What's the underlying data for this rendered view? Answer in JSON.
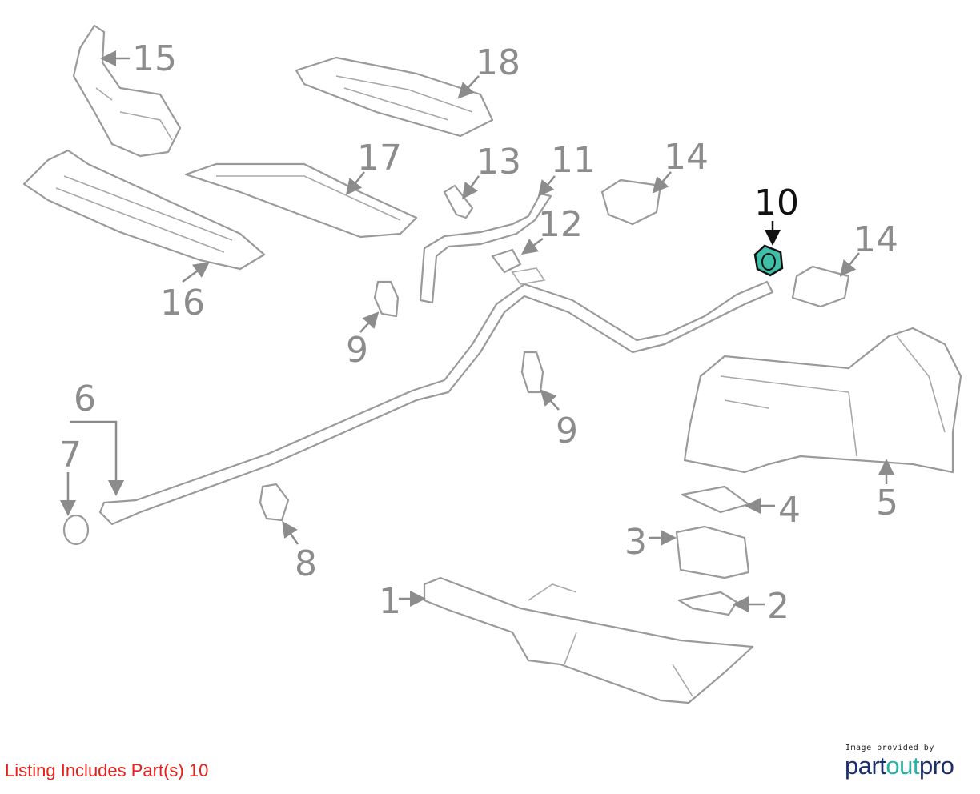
{
  "callouts": {
    "c1": "1",
    "c2": "2",
    "c3": "3",
    "c4": "4",
    "c5": "5",
    "c6": "6",
    "c7": "7",
    "c8": "8",
    "c9a": "9",
    "c9b": "9",
    "c10": "10",
    "c11": "11",
    "c12": "12",
    "c13": "13",
    "c14a": "14",
    "c14b": "14",
    "c15": "15",
    "c16": "16",
    "c17": "17",
    "c18": "18"
  },
  "highlight_color": "#3fbfa8",
  "footer": {
    "listing": "Listing Includes Part(s) 10",
    "credit_by": "Image provided by",
    "logo_part1": "part",
    "logo_part2": "out",
    "logo_part3": "pro"
  }
}
